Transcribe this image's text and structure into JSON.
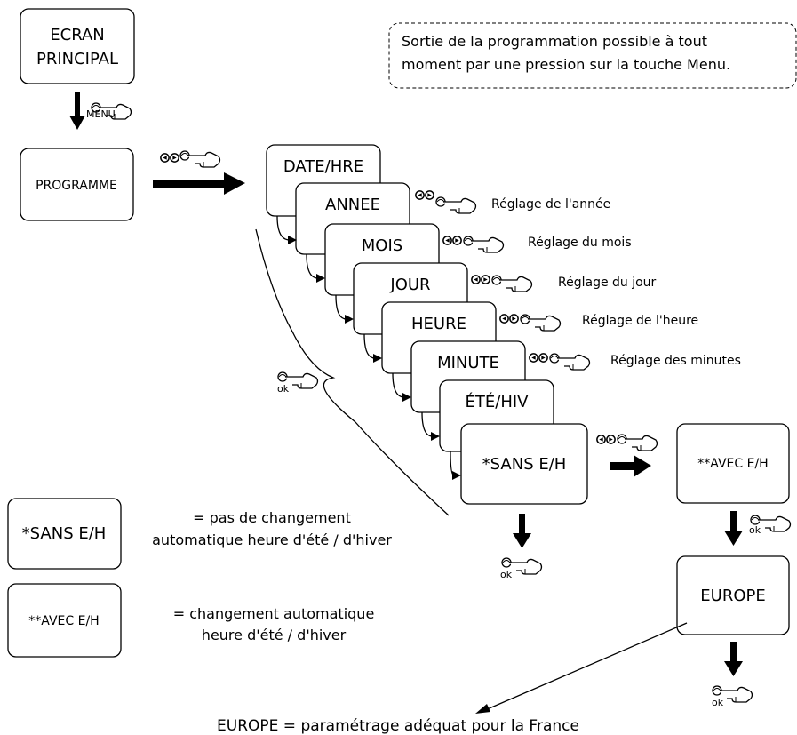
{
  "boxes": {
    "ecran": [
      "ECRAN",
      "PRINCIPAL"
    ],
    "programme": "PROGRAMME",
    "date_hre": "DATE/HRE",
    "annee": "ANNEE",
    "mois": "MOIS",
    "jour": "JOUR",
    "heure": "HEURE",
    "minute": "MINUTE",
    "ete_hiv": "ÉTÉ/HIV",
    "sans_eh": "*SANS E/H",
    "avec_eh": "**AVEC E/H",
    "europe": "EUROPE"
  },
  "note": [
    "Sortie de la programmation possible à tout",
    "moment par une pression sur la touche Menu."
  ],
  "actions": {
    "annee": "Réglage de l'année",
    "mois": "Réglage du mois",
    "jour": "Réglage du jour",
    "heure": "Réglage de l'heure",
    "minute": "Réglage des minutes"
  },
  "keys": {
    "menu": "MENU",
    "ok": "ok"
  },
  "legend": {
    "sans_box": "*SANS E/H",
    "sans_text": [
      "= pas de changement",
      "automatique heure d'été / d'hiver"
    ],
    "avec_box": "**AVEC E/H",
    "avec_text": [
      "= changement automatique",
      "heure d'été / d'hiver"
    ]
  },
  "footer": "EUROPE = paramétrage adéquat pour la France"
}
